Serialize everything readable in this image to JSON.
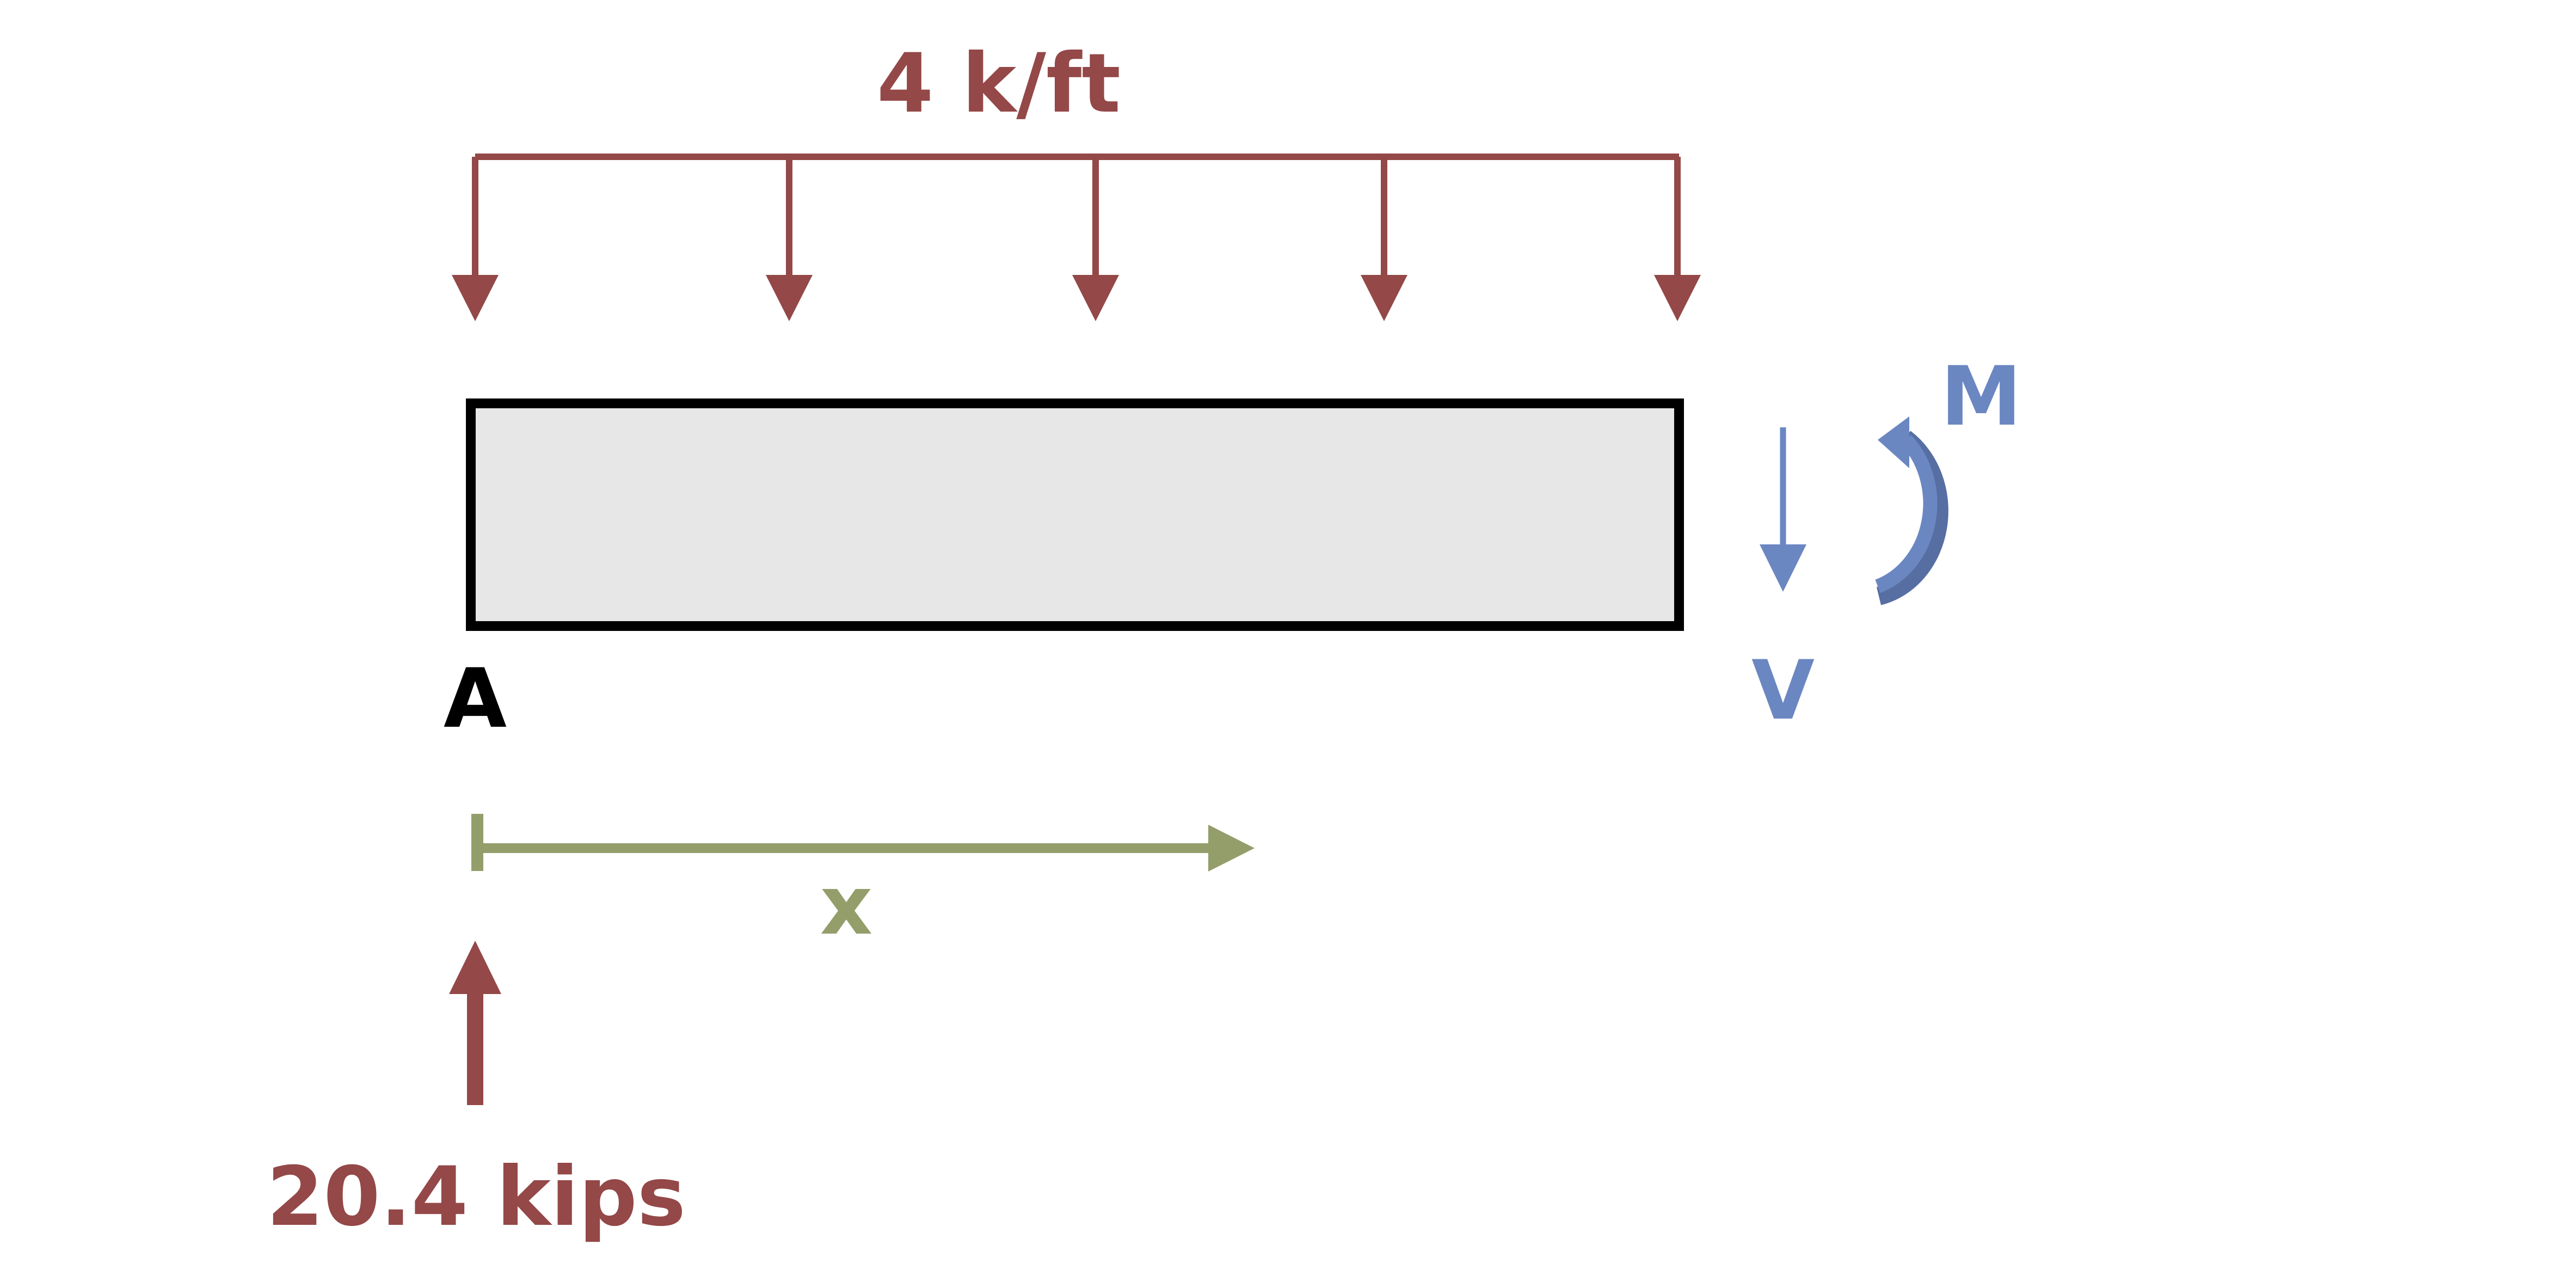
{
  "colors": {
    "load": "#944848",
    "internal": "#6b87c2",
    "internal_dark": "#576ea3",
    "axis": "#939e6a",
    "beam_fill": "#e7e7e7",
    "beam_stroke": "#000000"
  },
  "distributed_load": {
    "label": "4 k/ft",
    "arrow_count": 5
  },
  "support": {
    "label": "A"
  },
  "reaction": {
    "label": "20.4 kips"
  },
  "internal_forces": {
    "shear_label": "V",
    "moment_label": "M"
  },
  "position_axis": {
    "label": "x"
  }
}
